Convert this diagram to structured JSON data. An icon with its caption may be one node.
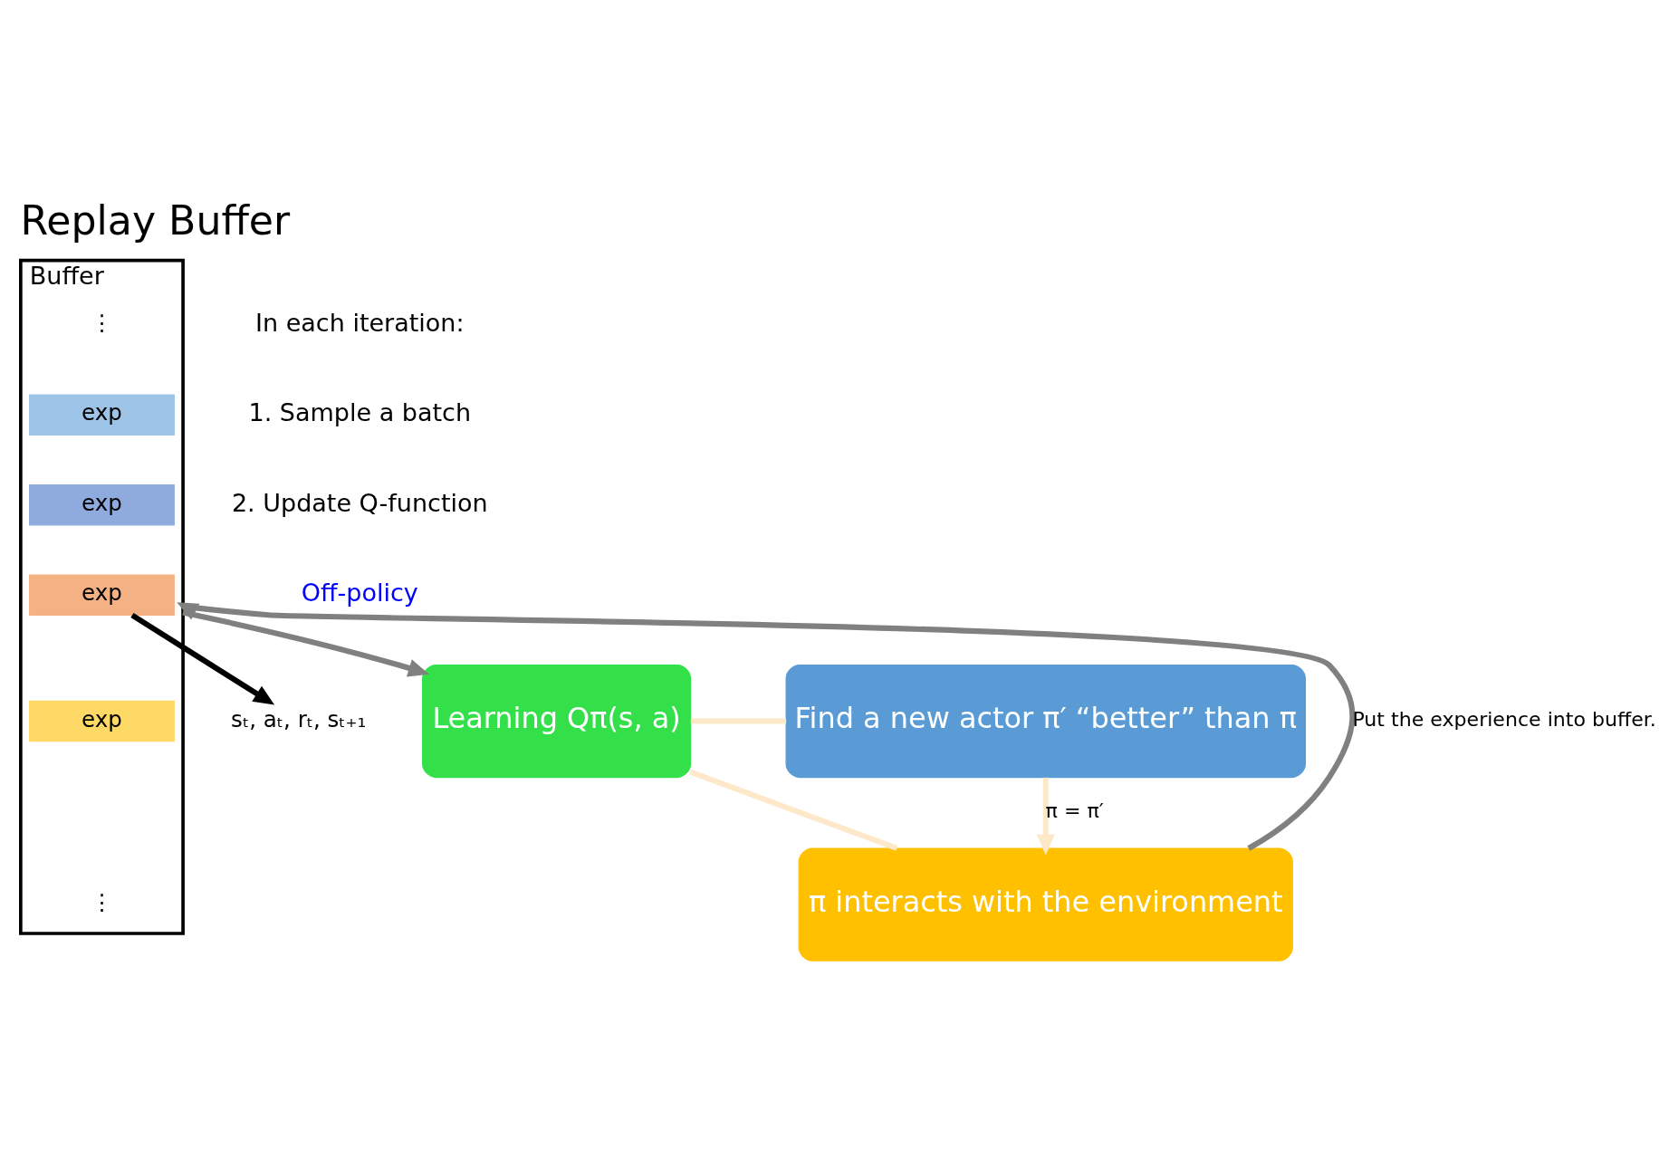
{
  "diagram": {
    "title": "Replay Buffer",
    "nodes": [
      {
        "text": [
          "Buffer"
        ]
      },
      {
        "text": [
          "⋮"
        ],
        "in": 0
      },
      {
        "text": [
          "exp"
        ],
        "in": 0
      },
      {
        "text": [
          "exp"
        ],
        "in": 0
      },
      {
        "text": [
          "exp"
        ],
        "in": 0
      },
      {
        "text": [
          "exp"
        ],
        "in": 0
      },
      {
        "text": [
          "⋮"
        ],
        "in": 0
      },
      {
        "text": [
          "sₜ, aₜ, rₜ, sₜ₊₁"
        ]
      },
      {
        "text": [
          "π interacts with the environment"
        ]
      },
      {
        "text": [
          "Learning Qπ(s, a)"
        ]
      },
      {
        "text": [
          "Find a new actor π′ “better” than π"
        ]
      }
    ],
    "edges": [
      {
        "from": 4,
        "to": 7,
        "arrow": "to",
        "color": "#000000"
      },
      {
        "from": 8,
        "to": 0,
        "arrow": "to",
        "label": "Put the experience into buffer.",
        "color": "#808080"
      },
      {
        "from": 0,
        "to": 9,
        "arrow": "to",
        "color": "#808080"
      },
      {
        "from": 8,
        "to": 9,
        "arrow": "none"
      },
      {
        "from": 9,
        "to": 10,
        "arrow": "none"
      },
      {
        "from": 10,
        "to": 8,
        "arrow": "to",
        "label": "π = π′"
      }
    ],
    "labels": [
      "In each iteration:",
      "1. Sample a batch",
      "2. Update Q-function",
      "Off-policy"
    ]
  }
}
